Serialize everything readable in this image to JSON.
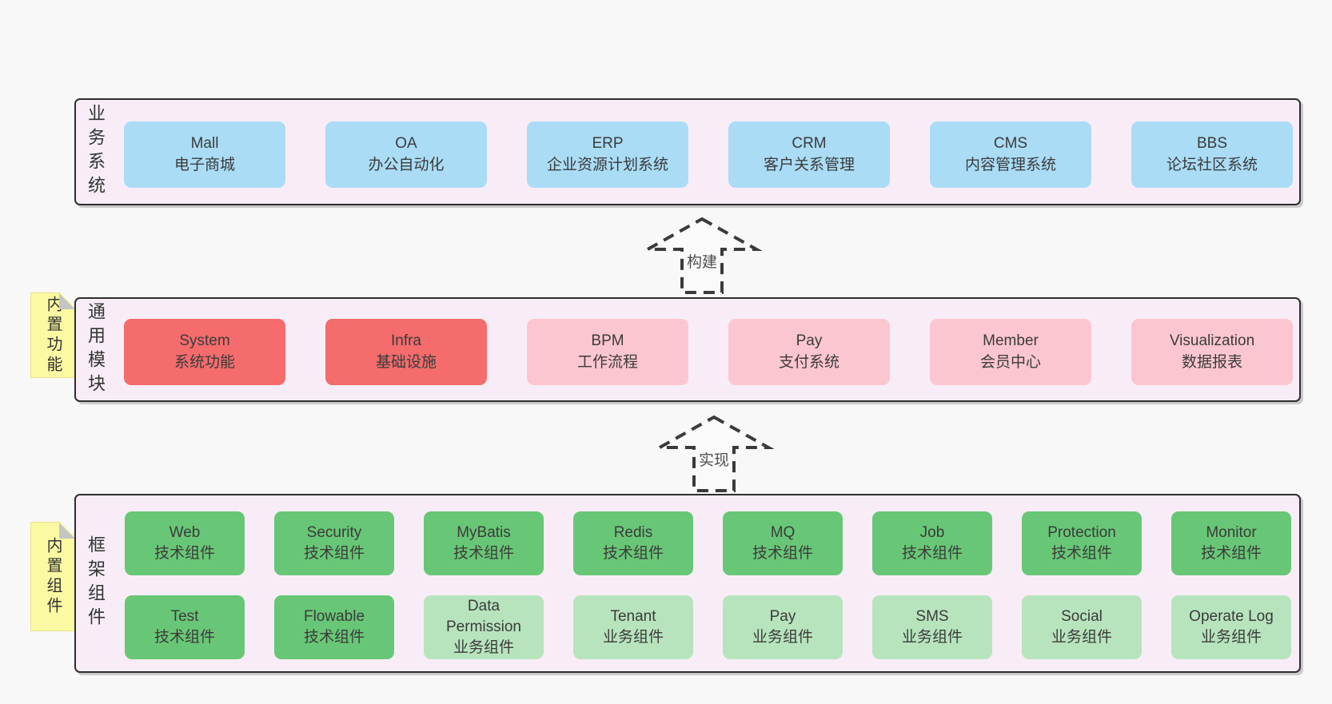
{
  "colors": {
    "page_bg": "#f8f8f8",
    "container_bg": "#f8edf6",
    "container_border": "#2e2e2e",
    "box_blue": "#aadcf6",
    "box_red": "#f56c6c",
    "box_pink": "#fcc6d0",
    "box_green": "#68c776",
    "box_lightgreen": "#b7e4bd",
    "tab_yellow": "#fbf9a2",
    "fold_gray": "#c5c5c5"
  },
  "arrows": [
    {
      "label": "构建"
    },
    {
      "label": "实现"
    }
  ],
  "layers": [
    {
      "label": "业务系统",
      "boxes": [
        {
          "name": "Mall",
          "desc": "电子商城",
          "type": "blue"
        },
        {
          "name": "OA",
          "desc": "办公自动化",
          "type": "blue"
        },
        {
          "name": "ERP",
          "desc": "企业资源计划系统",
          "type": "blue"
        },
        {
          "name": "CRM",
          "desc": "客户关系管理",
          "type": "blue"
        },
        {
          "name": "CMS",
          "desc": "内容管理系统",
          "type": "blue"
        },
        {
          "name": "BBS",
          "desc": "论坛社区系统",
          "type": "blue"
        }
      ]
    },
    {
      "label": "通用模块",
      "tab": "内置功能",
      "boxes": [
        {
          "name": "System",
          "desc": "系统功能",
          "type": "red"
        },
        {
          "name": "Infra",
          "desc": "基础设施",
          "type": "red"
        },
        {
          "name": "BPM",
          "desc": "工作流程",
          "type": "pink"
        },
        {
          "name": "Pay",
          "desc": "支付系统",
          "type": "pink"
        },
        {
          "name": "Member",
          "desc": "会员中心",
          "type": "pink"
        },
        {
          "name": "Visualization",
          "desc": "数据报表",
          "type": "pink"
        }
      ]
    },
    {
      "label": "框架组件",
      "tab": "内置组件",
      "rows": [
        [
          {
            "name": "Web",
            "desc": "技术组件",
            "type": "green"
          },
          {
            "name": "Security",
            "desc": "技术组件",
            "type": "green"
          },
          {
            "name": "MyBatis",
            "desc": "技术组件",
            "type": "green"
          },
          {
            "name": "Redis",
            "desc": "技术组件",
            "type": "green"
          },
          {
            "name": "MQ",
            "desc": "技术组件",
            "type": "green"
          },
          {
            "name": "Job",
            "desc": "技术组件",
            "type": "green"
          },
          {
            "name": "Protection",
            "desc": "技术组件",
            "type": "green"
          },
          {
            "name": "Monitor",
            "desc": "技术组件",
            "type": "green"
          }
        ],
        [
          {
            "name": "Test",
            "desc": "技术组件",
            "type": "green"
          },
          {
            "name": "Flowable",
            "desc": "技术组件",
            "type": "green"
          },
          {
            "name": "Data Permission",
            "desc": "业务组件",
            "type": "lightgreen"
          },
          {
            "name": "Tenant",
            "desc": "业务组件",
            "type": "lightgreen"
          },
          {
            "name": "Pay",
            "desc": "业务组件",
            "type": "lightgreen"
          },
          {
            "name": "SMS",
            "desc": "业务组件",
            "type": "lightgreen"
          },
          {
            "name": "Social",
            "desc": "业务组件",
            "type": "lightgreen"
          },
          {
            "name": "Operate Log",
            "desc": "业务组件",
            "type": "lightgreen"
          }
        ]
      ]
    }
  ]
}
